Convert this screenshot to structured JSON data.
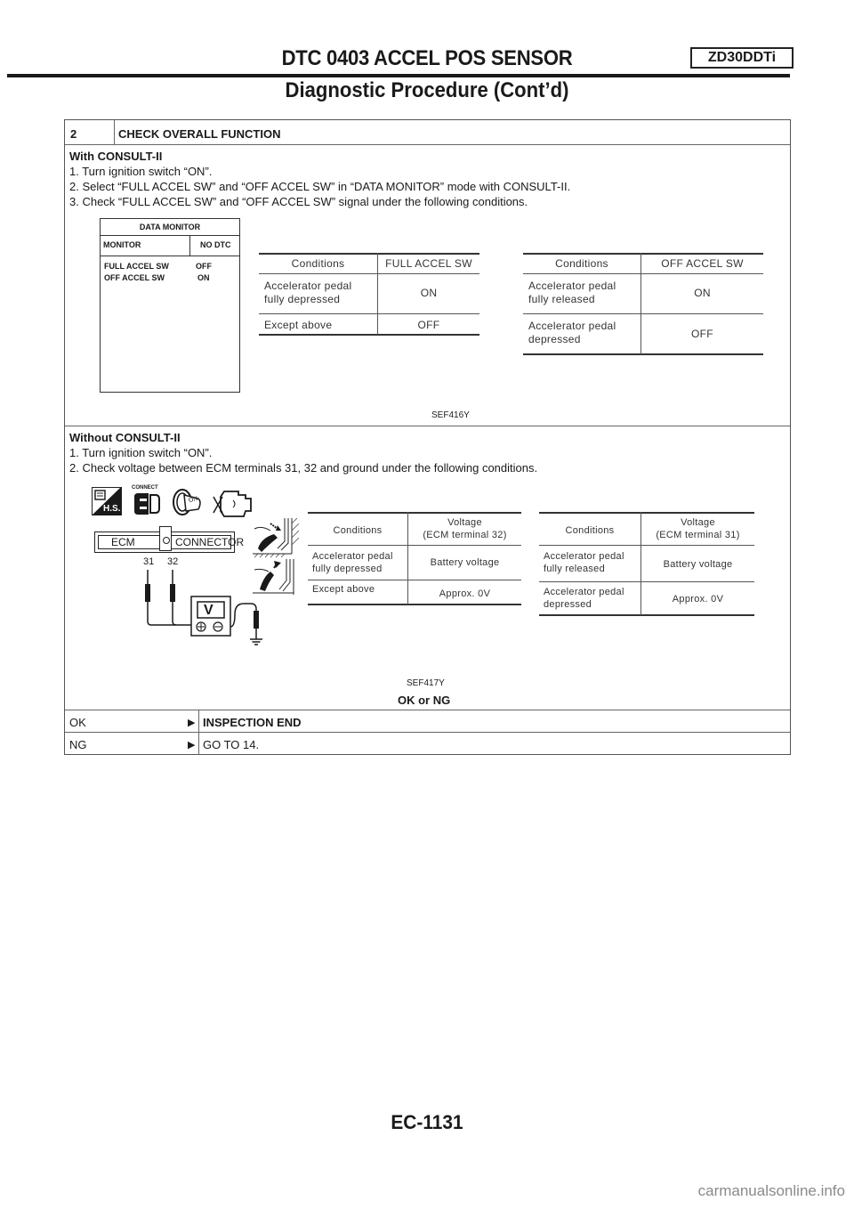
{
  "header": {
    "title": "DTC 0403 ACCEL POS SENSOR",
    "engine_code": "ZD30DDTi",
    "subtitle": "Diagnostic Procedure (Cont’d)"
  },
  "step": {
    "number": "2",
    "title": "CHECK OVERALL FUNCTION",
    "with_consult": {
      "heading": "With CONSULT-II",
      "steps": [
        "1. Turn ignition switch “ON”.",
        "2. Select “FULL ACCEL SW” and “OFF ACCEL SW” in “DATA MONITOR” mode with CONSULT-II.",
        "3. Check “FULL ACCEL SW” and “OFF ACCEL SW” signal under the following conditions."
      ],
      "data_monitor": {
        "title": "DATA MONITOR",
        "col_left": "MONITOR",
        "col_right": "NO DTC",
        "rows": [
          {
            "item": "FULL ACCEL SW",
            "value": "OFF"
          },
          {
            "item": "OFF ACCEL SW",
            "value": "ON"
          }
        ]
      },
      "table_full": {
        "headers": [
          "Conditions",
          "FULL ACCEL SW"
        ],
        "rows": [
          {
            "condition": [
              "Accelerator pedal",
              "fully depressed"
            ],
            "value": "ON"
          },
          {
            "condition": [
              "Except above"
            ],
            "value": "OFF"
          }
        ]
      },
      "table_off": {
        "headers": [
          "Conditions",
          "OFF ACCEL SW"
        ],
        "rows": [
          {
            "condition": [
              "Accelerator pedal",
              "fully released"
            ],
            "value": "ON"
          },
          {
            "condition": [
              "Accelerator pedal",
              "depressed"
            ],
            "value": "OFF"
          }
        ]
      },
      "figure_code": "SEF416Y"
    },
    "without_consult": {
      "heading": "Without CONSULT-II",
      "steps": [
        "1. Turn ignition switch “ON”.",
        "2. Check voltage between ECM terminals 31, 32 and ground under the following conditions."
      ],
      "diagram": {
        "icons": [
          "harness-connector-icon",
          "connect-icon",
          "ignition-on-icon",
          "engine-off-icon"
        ],
        "connect_label": "CONNECT",
        "hs_label": "H.S.",
        "on_label": "ON",
        "ecm_label": "ECM",
        "connector_label": "CONNECTOR",
        "terminal_a": "31",
        "terminal_b": "32",
        "meter_label": "V",
        "plus": "⊕",
        "minus": "⊖"
      },
      "table_32": {
        "headers": [
          "Conditions",
          "Voltage",
          "(ECM terminal 32)"
        ],
        "rows": [
          {
            "condition": [
              "Accelerator pedal",
              "fully depressed"
            ],
            "value": "Battery voltage"
          },
          {
            "condition": [
              "Except above"
            ],
            "value": "Approx. 0V"
          }
        ]
      },
      "table_31": {
        "headers": [
          "Conditions",
          "Voltage",
          "(ECM terminal 31)"
        ],
        "rows": [
          {
            "condition": [
              "Accelerator pedal",
              "fully released"
            ],
            "value": "Battery voltage"
          },
          {
            "condition": [
              "Accelerator pedal",
              "depressed"
            ],
            "value": "Approx. 0V"
          }
        ]
      },
      "figure_code": "SEF417Y"
    },
    "result_question": "OK or NG",
    "results": [
      {
        "label": "OK",
        "arrow": "▶",
        "action": "INSPECTION END",
        "bold": true
      },
      {
        "label": "NG",
        "arrow": "▶",
        "action": "GO TO 14.",
        "bold": false
      }
    ]
  },
  "footer": {
    "page_code": "EC-1131",
    "watermark": "carmanualsonline.info"
  }
}
